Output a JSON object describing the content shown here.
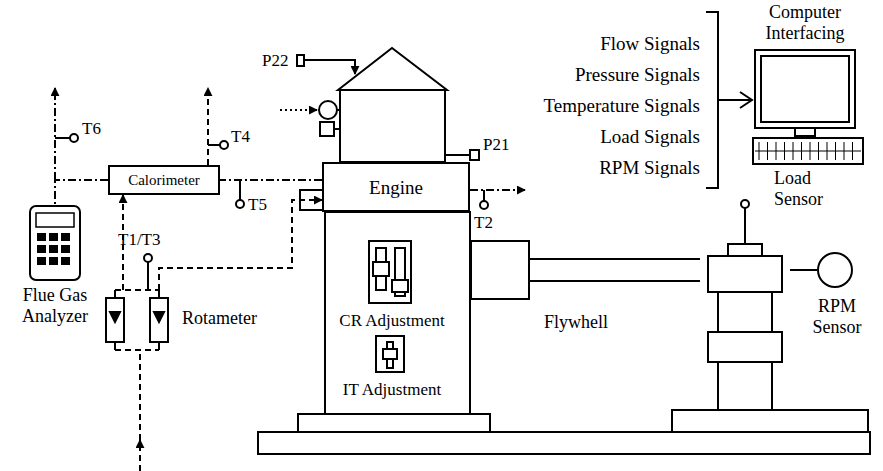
{
  "diagram": {
    "nodes": [
      {
        "text": [
          "Calorimeter"
        ]
      },
      {
        "text": [
          "Engine"
        ]
      },
      {
        "text": [
          "Flue Gas Analyzer"
        ]
      },
      {
        "text": [
          "Rotameter"
        ]
      },
      {
        "text": [
          "CR Adjustment"
        ]
      },
      {
        "text": [
          "IT Adjustment"
        ]
      },
      {
        "text": [
          "Flywhell"
        ]
      },
      {
        "text": [
          "Load Sensor"
        ]
      },
      {
        "text": [
          "RPM Sensor"
        ]
      },
      {
        "text": [
          "Computer Interfacing"
        ]
      }
    ],
    "edges": [
      {
        "from": 1,
        "to": 0,
        "arrow": "none"
      },
      {
        "from": 0,
        "to": 2,
        "arrow": "none"
      },
      {
        "from": 3,
        "to": 0,
        "arrow": "to"
      },
      {
        "from": 3,
        "to": 1,
        "arrow": "to"
      },
      {
        "from": 6,
        "to": 7,
        "arrow": "none"
      },
      {
        "from": 7,
        "to": 8,
        "arrow": "none"
      }
    ],
    "labels": [
      "T6",
      "T4",
      "T5",
      "T2",
      "T1/T3",
      "P22",
      "P21",
      "Flow Signals",
      "Pressure Signals",
      "Temperature Signals",
      "Load Signals",
      "RPM Signals"
    ]
  }
}
